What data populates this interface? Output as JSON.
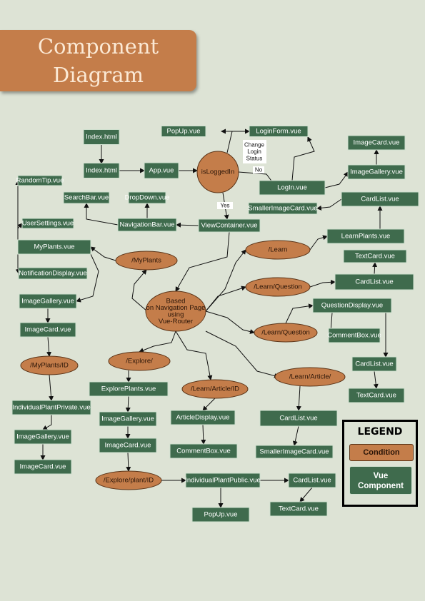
{
  "title": {
    "line1": "Component",
    "line2": "Diagram"
  },
  "legend": {
    "title": "LEGEND",
    "condition": "Condition",
    "component_line1": "Vue",
    "component_line2": "Component"
  },
  "note": {
    "line1": "Change",
    "line2": "Login",
    "line3": "Status"
  },
  "colors": {
    "background": "#dde3d5",
    "component": "#3f6b4d",
    "condition": "#c47d4a",
    "title_text": "#fbe9d5"
  },
  "nodes": [
    {
      "id": "index_html_1",
      "kind": "component",
      "label": "Index.html"
    },
    {
      "id": "index_html_2",
      "kind": "component",
      "label": "Index.html"
    },
    {
      "id": "app",
      "kind": "component",
      "label": "App.vue"
    },
    {
      "id": "popup_top",
      "kind": "component",
      "label": "PopUp.vue"
    },
    {
      "id": "loginform",
      "kind": "component",
      "label": "LoginForm.vue"
    },
    {
      "id": "isloggedin",
      "kind": "condition",
      "label": "isLoggedIn"
    },
    {
      "id": "login",
      "kind": "component",
      "label": "LogIn.vue"
    },
    {
      "id": "imagecard_tr",
      "kind": "component",
      "label": "ImageCard.vue"
    },
    {
      "id": "imagegallery_tr",
      "kind": "component",
      "label": "ImageGallery.vue"
    },
    {
      "id": "cardlist_tr",
      "kind": "component",
      "label": "CardList.vue"
    },
    {
      "id": "smallerimagecard_top",
      "kind": "component",
      "label": "SmallerImageCard.vue"
    },
    {
      "id": "randomtip",
      "kind": "component",
      "label": "RandomTip.vue"
    },
    {
      "id": "searchbar",
      "kind": "component",
      "label": "SearchBar.vue"
    },
    {
      "id": "dropdown",
      "kind": "component",
      "label": "DropDown.vue"
    },
    {
      "id": "usersettings",
      "kind": "component",
      "label": "UserSettings.vue"
    },
    {
      "id": "navigationbar",
      "kind": "component",
      "label": "NavigationBar.vue"
    },
    {
      "id": "viewcontainer",
      "kind": "component",
      "label": "ViewContainer.vue"
    },
    {
      "id": "learnplants",
      "kind": "component",
      "label": "LearnPlants.vue"
    },
    {
      "id": "myplants_vue",
      "kind": "component",
      "label": "MyPlants.vue"
    },
    {
      "id": "learn_cond",
      "kind": "condition",
      "label": "/Learn"
    },
    {
      "id": "myplants_cond",
      "kind": "condition",
      "label": "/MyPlants"
    },
    {
      "id": "textcard_r1",
      "kind": "component",
      "label": "TextCard.vue"
    },
    {
      "id": "notificationdisplay",
      "kind": "component",
      "label": "NotificationDisplay.vue"
    },
    {
      "id": "cardlist_r2",
      "kind": "component",
      "label": "CardList.vue"
    },
    {
      "id": "learnquestion_cond",
      "kind": "condition",
      "label": "/Learn/Question"
    },
    {
      "id": "imagegallery_l1",
      "kind": "component",
      "label": "ImageGallery.vue"
    },
    {
      "id": "router_cond",
      "kind": "condition",
      "label": "Based\non Navigation Page\nusing\nVue-Router"
    },
    {
      "id": "questiondisplay",
      "kind": "component",
      "label": "QuestionDisplay.vue"
    },
    {
      "id": "imagecard_l1",
      "kind": "component",
      "label": "ImageCard.vue"
    },
    {
      "id": "learnquestion_cond2",
      "kind": "condition",
      "label": "/Learn/Question"
    },
    {
      "id": "commentbox_r",
      "kind": "component",
      "label": "CommentBox.vue"
    },
    {
      "id": "myplantsid_cond",
      "kind": "condition",
      "label": "/MyPlants/ID"
    },
    {
      "id": "explore_cond",
      "kind": "condition",
      "label": "/Explore/"
    },
    {
      "id": "cardlist_r3",
      "kind": "component",
      "label": "CardList.vue"
    },
    {
      "id": "learnarticle_cond",
      "kind": "condition",
      "label": "/Learn/Article/"
    },
    {
      "id": "exploreplants",
      "kind": "component",
      "label": "ExplorePlants.vue"
    },
    {
      "id": "learnarticleid_cond",
      "kind": "condition",
      "label": "/Learn/Article/ID"
    },
    {
      "id": "textcard_r2",
      "kind": "component",
      "label": "TextCard.vue"
    },
    {
      "id": "individualplantprivate",
      "kind": "component",
      "label": "IndividualPlantPrivate.vue"
    },
    {
      "id": "imagegallery_m",
      "kind": "component",
      "label": "ImageGallery.vue"
    },
    {
      "id": "articledisplay",
      "kind": "component",
      "label": "ArticleDisplay.vue"
    },
    {
      "id": "cardlist_m",
      "kind": "component",
      "label": "CardList.vue"
    },
    {
      "id": "imagegallery_l2",
      "kind": "component",
      "label": "ImageGallery.vue"
    },
    {
      "id": "imagecard_m",
      "kind": "component",
      "label": "ImageCard.vue"
    },
    {
      "id": "commentbox_m",
      "kind": "component",
      "label": "CommentBox.vue"
    },
    {
      "id": "smallerimagecard_bot",
      "kind": "component",
      "label": "SmallerImageCard.vue"
    },
    {
      "id": "imagecard_l2",
      "kind": "component",
      "label": "ImageCard.vue"
    },
    {
      "id": "exploreplantid_cond",
      "kind": "condition",
      "label": "/Explore/plant/ID"
    },
    {
      "id": "individualplantpublic",
      "kind": "component",
      "label": "IndividualPlantPublic.vue"
    },
    {
      "id": "cardlist_b",
      "kind": "component",
      "label": "CardList.vue"
    },
    {
      "id": "textcard_b",
      "kind": "component",
      "label": "TextCard.vue"
    },
    {
      "id": "popup_bot",
      "kind": "component",
      "label": "PopUp.vue"
    }
  ],
  "edges": [
    {
      "from": "index_html_1",
      "to": "index_html_2",
      "label": ""
    },
    {
      "from": "index_html_2",
      "to": "app",
      "label": ""
    },
    {
      "from": "app",
      "to": "isloggedin",
      "label": ""
    },
    {
      "from": "isloggedin",
      "to": "loginform",
      "label": ""
    },
    {
      "from": "loginform",
      "to": "popup_top",
      "label": ""
    },
    {
      "from": "isloggedin",
      "to": "login",
      "label": "No"
    },
    {
      "from": "isloggedin",
      "to": "viewcontainer",
      "label": "Yes"
    },
    {
      "from": "login",
      "to": "loginform",
      "label": ""
    },
    {
      "from": "login",
      "to": "imagegallery_tr",
      "label": ""
    },
    {
      "from": "imagegallery_tr",
      "to": "imagecard_tr",
      "label": ""
    },
    {
      "from": "cardlist_tr",
      "to": "smallerimagecard_top",
      "label": ""
    },
    {
      "from": "viewcontainer",
      "to": "navigationbar",
      "label": ""
    },
    {
      "from": "navigationbar",
      "to": "searchbar",
      "label": ""
    },
    {
      "from": "navigationbar",
      "to": "dropdown",
      "label": ""
    },
    {
      "from": "viewcontainer",
      "to": "router_cond",
      "label": ""
    },
    {
      "from": "router_cond",
      "to": "myplants_cond",
      "label": ""
    },
    {
      "from": "myplants_cond",
      "to": "myplants_vue",
      "label": ""
    },
    {
      "from": "myplants_vue",
      "to": "randomtip",
      "label": ""
    },
    {
      "from": "myplants_vue",
      "to": "usersettings",
      "label": ""
    },
    {
      "from": "myplants_vue",
      "to": "notificationdisplay",
      "label": ""
    },
    {
      "from": "myplants_vue",
      "to": "imagegallery_l1",
      "label": ""
    },
    {
      "from": "imagegallery_l1",
      "to": "imagecard_l1",
      "label": ""
    },
    {
      "from": "imagecard_l1",
      "to": "myplantsid_cond",
      "label": ""
    },
    {
      "from": "myplantsid_cond",
      "to": "individualplantprivate",
      "label": ""
    },
    {
      "from": "individualplantprivate",
      "to": "imagegallery_l2",
      "label": ""
    },
    {
      "from": "imagegallery_l2",
      "to": "imagecard_l2",
      "label": ""
    },
    {
      "from": "router_cond",
      "to": "learn_cond",
      "label": ""
    },
    {
      "from": "learn_cond",
      "to": "learnplants",
      "label": ""
    },
    {
      "from": "learnplants",
      "to": "cardlist_tr",
      "label": ""
    },
    {
      "from": "router_cond",
      "to": "learnquestion_cond",
      "label": ""
    },
    {
      "from": "learnquestion_cond",
      "to": "cardlist_r2",
      "label": ""
    },
    {
      "from": "cardlist_r2",
      "to": "textcard_r1",
      "label": ""
    },
    {
      "from": "router_cond",
      "to": "learnquestion_cond2",
      "label": ""
    },
    {
      "from": "learnquestion_cond2",
      "to": "questiondisplay",
      "label": ""
    },
    {
      "from": "questiondisplay",
      "to": "commentbox_r",
      "label": ""
    },
    {
      "from": "questiondisplay",
      "to": "cardlist_r3",
      "label": ""
    },
    {
      "from": "cardlist_r3",
      "to": "textcard_r2",
      "label": ""
    },
    {
      "from": "router_cond",
      "to": "explore_cond",
      "label": ""
    },
    {
      "from": "explore_cond",
      "to": "exploreplants",
      "label": ""
    },
    {
      "from": "exploreplants",
      "to": "imagegallery_m",
      "label": ""
    },
    {
      "from": "imagegallery_m",
      "to": "imagecard_m",
      "label": ""
    },
    {
      "from": "imagecard_m",
      "to": "exploreplantid_cond",
      "label": ""
    },
    {
      "from": "exploreplantid_cond",
      "to": "individualplantpublic",
      "label": ""
    },
    {
      "from": "individualplantpublic",
      "to": "popup_bot",
      "label": ""
    },
    {
      "from": "individualplantpublic",
      "to": "cardlist_b",
      "label": ""
    },
    {
      "from": "cardlist_b",
      "to": "textcard_b",
      "label": ""
    },
    {
      "from": "router_cond",
      "to": "learnarticleid_cond",
      "label": ""
    },
    {
      "from": "learnarticleid_cond",
      "to": "articledisplay",
      "label": ""
    },
    {
      "from": "articledisplay",
      "to": "commentbox_m",
      "label": ""
    },
    {
      "from": "router_cond",
      "to": "learnarticle_cond",
      "label": ""
    },
    {
      "from": "learnarticle_cond",
      "to": "cardlist_m",
      "label": ""
    },
    {
      "from": "cardlist_m",
      "to": "smallerimagecard_bot",
      "label": ""
    }
  ]
}
